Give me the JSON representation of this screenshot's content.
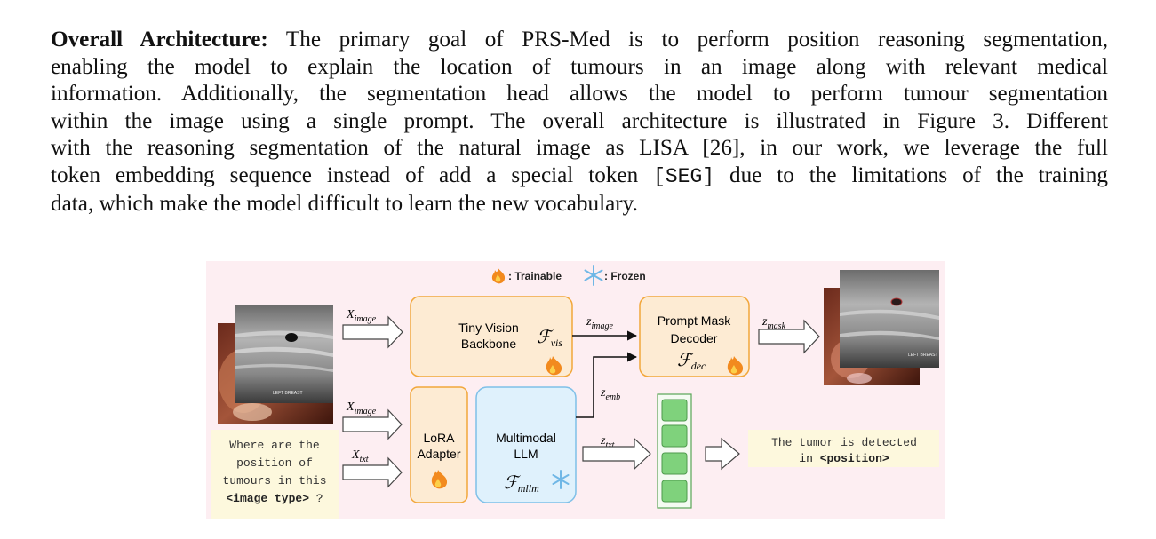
{
  "paragraph": {
    "heading": "Overall Architecture:",
    "line1": "The primary goal of PRS-Med is to perform position reasoning segmentation,",
    "line2": "enabling the model to explain the location of tumours in an image along with relevant medical",
    "line3": "information. Additionally, the segmentation head allows the model to perform tumour segmentation",
    "line4": "within the image using a single prompt. The overall architecture is illustrated in Figure 3. Different",
    "line5": "with the reasoning segmentation of the natural image as LISA [26], in our work, we leverage the full",
    "line6_pre": "token embedding sequence instead of add a special token ",
    "line6_token": "[SEG]",
    "line6_post": " due to the limitations of the training",
    "line7": "data, which make the model difficult to learn the new vocabulary."
  },
  "figure": {
    "legend": {
      "trainable_label": ": Trainable",
      "frozen_label": ": Frozen"
    },
    "blocks": {
      "vision": {
        "line1": "Tiny Vision",
        "line2": "Backbone",
        "symbol": "ℱ",
        "sub": "vis"
      },
      "decoder": {
        "line1": "Prompt Mask",
        "line2": "Decoder",
        "symbol": "ℱ",
        "sub": "dec"
      },
      "lora": {
        "line1": "LoRA",
        "line2": "Adapter"
      },
      "llm": {
        "line1": "Multimodal",
        "line2": "LLM",
        "symbol": "ℱ",
        "sub": "mllm"
      }
    },
    "arrows": {
      "x_image_top": {
        "main": "X",
        "sub": "image"
      },
      "x_image_mid": {
        "main": "X",
        "sub": "image"
      },
      "x_txt": {
        "main": "X",
        "sub": "txt"
      },
      "z_image": {
        "main": "z",
        "sub": "image"
      },
      "z_emb": {
        "main": "z",
        "sub": "emb"
      },
      "z_txt": {
        "main": "z",
        "sub": "txt"
      },
      "z_mask": {
        "main": "z",
        "sub": "mask"
      }
    },
    "prompt": {
      "line1": "Where are the",
      "line2": "position of",
      "line3": "tumours in this",
      "line4_bold": "<image type>",
      "line4_rest": " ?"
    },
    "output": {
      "line1": "The tumor is detected",
      "line2_pre": "in ",
      "line2_bold": "<position>"
    },
    "image_labels": {
      "input_scan": "LEFT BREAST",
      "output_scan": "LEFT BREAST"
    },
    "colors": {
      "orange_border": "#f2a73b",
      "orange_fill": "#fdebd3",
      "blue_border": "#7fc0e8",
      "blue_fill": "#dff1fc",
      "green_border": "#58a556",
      "green_fill": "#7fd27c",
      "prompt_fill": "#fdf8dd",
      "figure_bg": "#fdeef2"
    }
  }
}
